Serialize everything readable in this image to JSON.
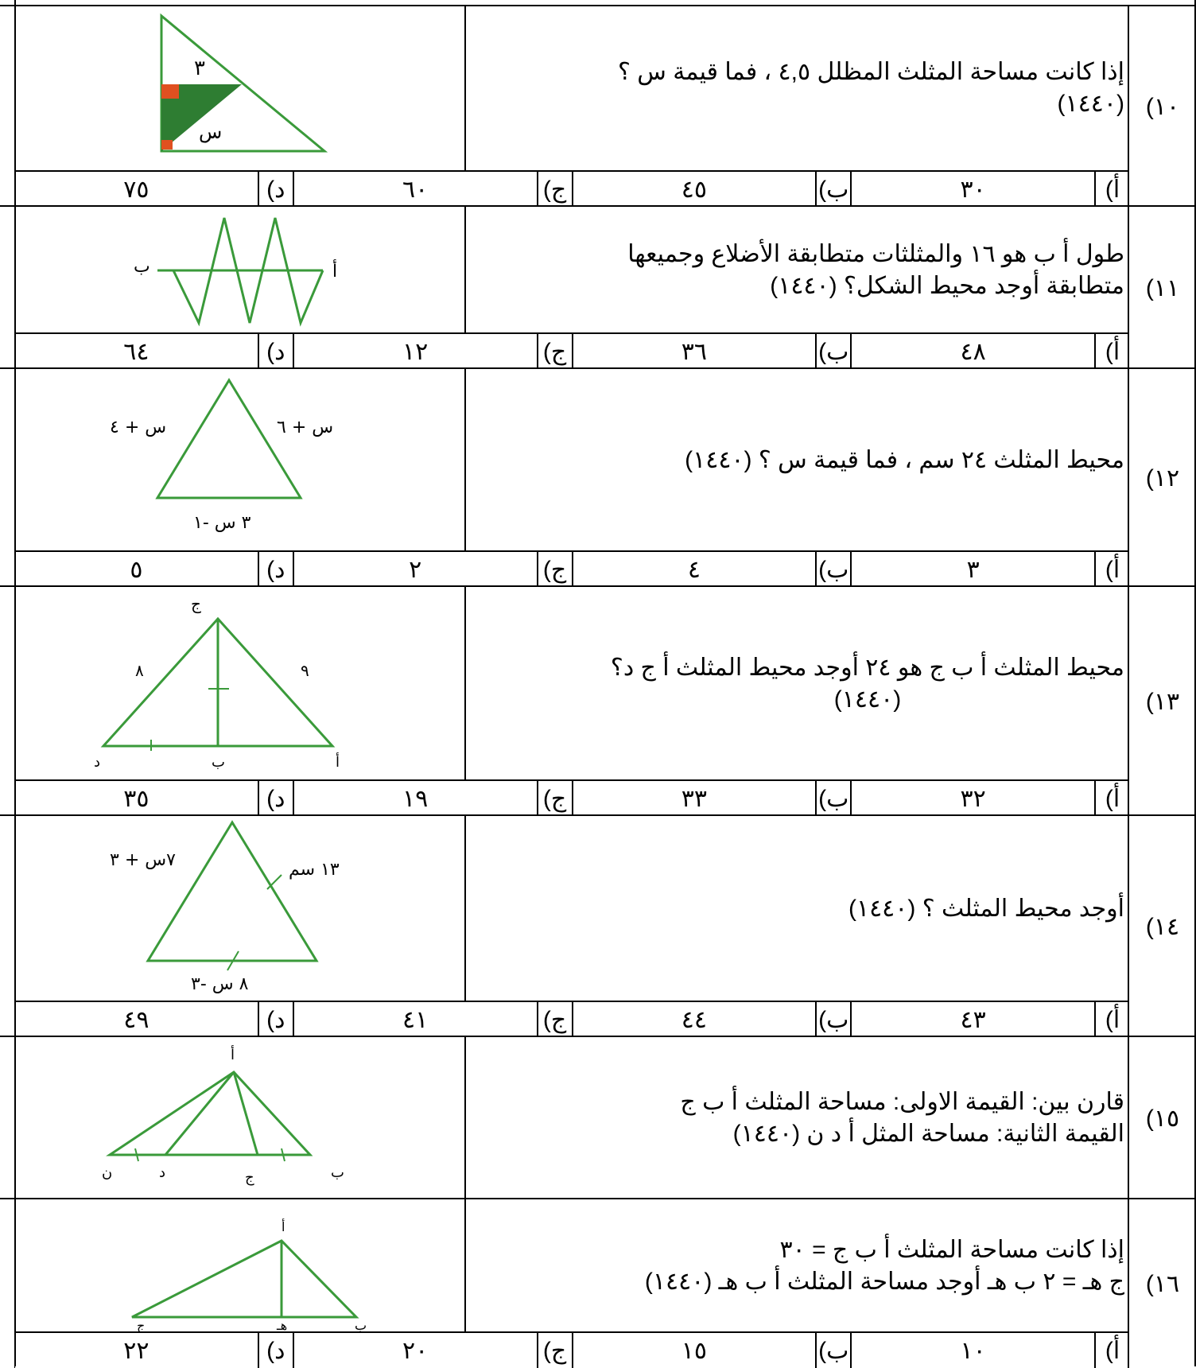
{
  "questions": [
    {
      "num": "١٠)",
      "stem": [
        "إذا كانت مساحة المثلث المظلل ٤,٥ ، فما قيمة س ؟",
        "(١٤٤٠)"
      ],
      "fig_labels": [
        "٣",
        "س"
      ],
      "options": [
        {
          "letter": "أ)",
          "value": "٣٠"
        },
        {
          "letter": "ب)",
          "value": "٤٥"
        },
        {
          "letter": "ج)",
          "value": "٦٠"
        },
        {
          "letter": "د)",
          "value": "٧٥"
        }
      ]
    },
    {
      "num": "١١)",
      "stem": [
        "طول أ ب هو ١٦ والمثلثات متطابقة الأضلاع وجميعها",
        "متطابقة أوجد محيط الشكل؟ (١٤٤٠)"
      ],
      "fig_labels": [
        "ب",
        "أ"
      ],
      "options": [
        {
          "letter": "أ)",
          "value": "٤٨"
        },
        {
          "letter": "ب)",
          "value": "٣٦"
        },
        {
          "letter": "ج)",
          "value": "١٢"
        },
        {
          "letter": "د)",
          "value": "٦٤"
        }
      ]
    },
    {
      "num": "١٢)",
      "stem": [
        "محيط المثلث ٢٤ سم ، فما قيمة س ؟ (١٤٤٠)"
      ],
      "fig_labels": [
        "س + ٤",
        "س + ٦",
        "٣ س -١"
      ],
      "options": [
        {
          "letter": "أ)",
          "value": "٣"
        },
        {
          "letter": "ب)",
          "value": "٤"
        },
        {
          "letter": "ج)",
          "value": "٢"
        },
        {
          "letter": "د)",
          "value": "٥"
        }
      ]
    },
    {
      "num": "١٣)",
      "stem": [
        "محيط المثلث أ ب ج هو ٢٤ أوجد محيط المثلث أ ج د؟",
        "(١٤٤٠)"
      ],
      "fig_labels": [
        "ج",
        "٨",
        "٩",
        "د",
        "ب",
        "أ"
      ],
      "options": [
        {
          "letter": "أ)",
          "value": "٣٢"
        },
        {
          "letter": "ب)",
          "value": "٣٣"
        },
        {
          "letter": "ج)",
          "value": "١٩"
        },
        {
          "letter": "د)",
          "value": "٣٥"
        }
      ]
    },
    {
      "num": "١٤)",
      "stem": [
        "أوجد محيط المثلث ؟ (١٤٤٠)"
      ],
      "fig_labels": [
        "٧س + ٣",
        "١٣ سم",
        "٨ س -٣"
      ],
      "options": [
        {
          "letter": "أ)",
          "value": "٤٣"
        },
        {
          "letter": "ب)",
          "value": "٤٤"
        },
        {
          "letter": "ج)",
          "value": "٤١"
        },
        {
          "letter": "د)",
          "value": "٤٩"
        }
      ]
    },
    {
      "num": "١٥)",
      "stem": [
        "قارن بين: القيمة الاولى: مساحة المثلث أ ب ج",
        "القيمة الثانية: مساحة المثل أ د ن    (١٤٤٠)"
      ],
      "fig_labels": [
        "أ",
        "ن",
        "د",
        "ج",
        "ب"
      ],
      "options": []
    },
    {
      "num": "١٦)",
      "stem": [
        "إذا كانت مساحة المثلث أ ب ج = ٣٠",
        "ج هـ = ٢ ب هـ   أوجد مساحة المثلث أ ب هـ   (١٤٤٠)"
      ],
      "fig_labels": [
        "أ",
        "ج",
        "هـ",
        "ب"
      ],
      "options": [
        {
          "letter": "أ)",
          "value": "١٠"
        },
        {
          "letter": "ب)",
          "value": "١٥"
        },
        {
          "letter": "ج)",
          "value": "٢٠"
        },
        {
          "letter": "د)",
          "value": "٢٢"
        }
      ]
    }
  ],
  "colors": {
    "figure_line": "#3a9a3a",
    "shade": "#2e7d32",
    "accent": "#e05020"
  }
}
